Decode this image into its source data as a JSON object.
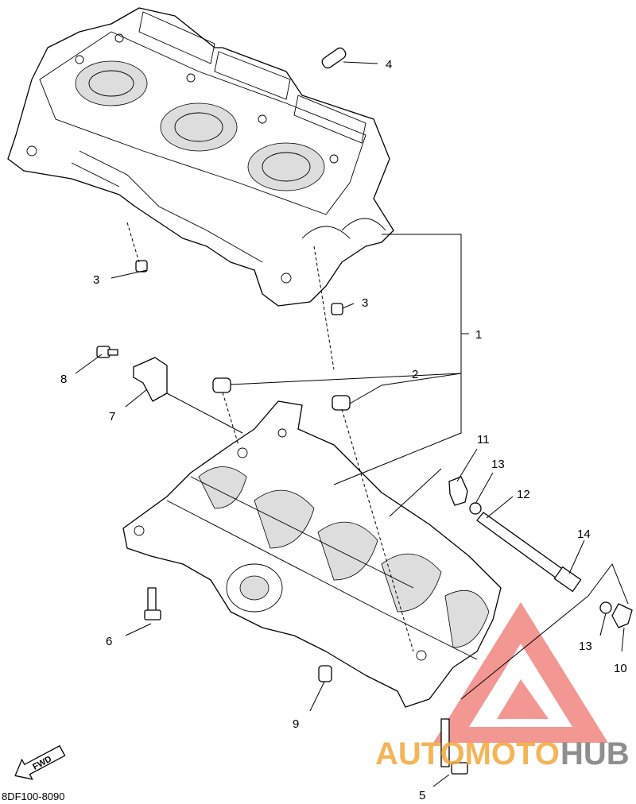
{
  "diagram_code": "8DF100-8090",
  "fwd_label": "FWD",
  "watermark": {
    "part1": "AUTOMOTO",
    "part2": "HUB",
    "color1": "#f2a93b",
    "color2": "#7b7b7b",
    "logo_color": "#e8433a"
  },
  "callouts": [
    {
      "id": "c1",
      "label": "1"
    },
    {
      "id": "c2",
      "label": "2"
    },
    {
      "id": "c3a",
      "label": "3"
    },
    {
      "id": "c3b",
      "label": "3"
    },
    {
      "id": "c4",
      "label": "4"
    },
    {
      "id": "c5",
      "label": "5"
    },
    {
      "id": "c6",
      "label": "6"
    },
    {
      "id": "c7",
      "label": "7"
    },
    {
      "id": "c8",
      "label": "8"
    },
    {
      "id": "c9",
      "label": "9"
    },
    {
      "id": "c10",
      "label": "10"
    },
    {
      "id": "c11",
      "label": "11"
    },
    {
      "id": "c12",
      "label": "12"
    },
    {
      "id": "c13a",
      "label": "13"
    },
    {
      "id": "c13b",
      "label": "13"
    },
    {
      "id": "c14",
      "label": "14"
    }
  ]
}
